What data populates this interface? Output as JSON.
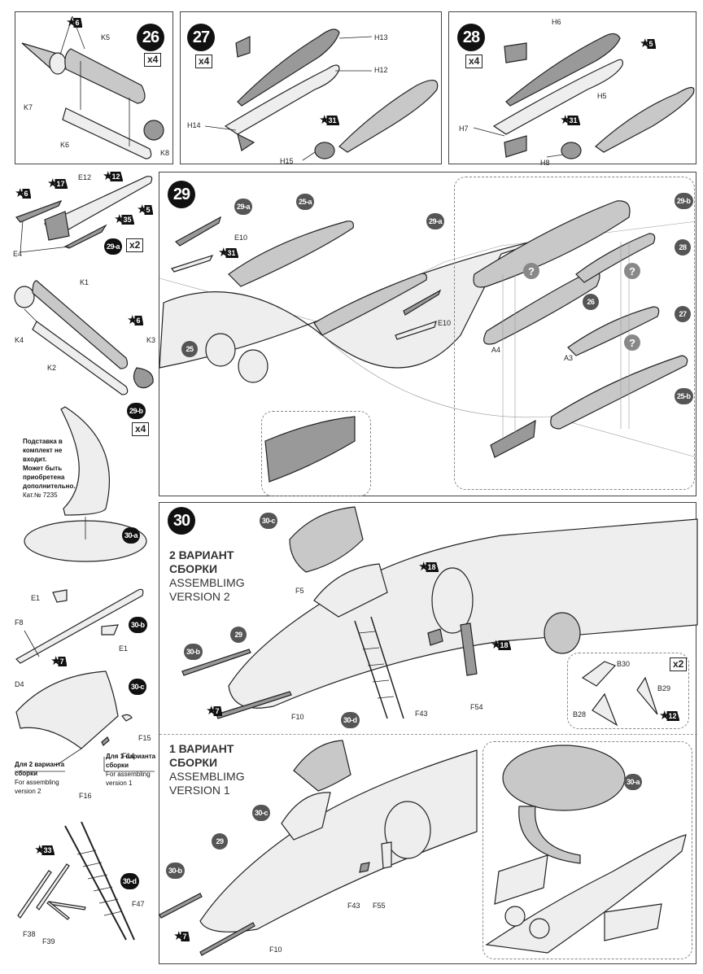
{
  "page": {
    "title": "Model kit assembly instructions, steps 26–30"
  },
  "steps": {
    "s26": {
      "number": "26",
      "multiplier": "x4",
      "parts": [
        "K5",
        "K6",
        "K7",
        "K8"
      ],
      "paint_refs": [
        "6"
      ]
    },
    "s27": {
      "number": "27",
      "multiplier": "x4",
      "parts": [
        "H13",
        "H12",
        "H14",
        "H15"
      ],
      "paint_refs": [
        "31"
      ]
    },
    "s28": {
      "number": "28",
      "multiplier": "x4",
      "parts": [
        "H6",
        "H5",
        "H7",
        "H8"
      ],
      "paint_refs": [
        "5",
        "31"
      ]
    },
    "s29a": {
      "label": "29-a",
      "multiplier": "x2",
      "parts": [
        "E12",
        "E4"
      ],
      "paint_refs": [
        "6",
        "17",
        "12",
        "35",
        "5"
      ]
    },
    "s29b": {
      "label": "29-b",
      "multiplier": "x4",
      "parts": [
        "K1",
        "K2",
        "K3",
        "K4"
      ],
      "paint_refs": [
        "6"
      ]
    },
    "s30a": {
      "label": "30-a",
      "note": {
        "l1": "Подставка в",
        "l2": "комплект не",
        "l3": "входит.",
        "l4": "Может быть",
        "l5": "приобретена",
        "l6": "дополнительно.",
        "cat": "Кат.№ 7235"
      }
    },
    "s29": {
      "number": "29",
      "callouts": [
        "29-a",
        "25-a",
        "29-a",
        "25",
        "29-b",
        "28",
        "26",
        "27",
        "25-b"
      ],
      "parts": [
        "E10",
        "E10",
        "A4",
        "A3"
      ],
      "paint_refs": [
        "31"
      ],
      "question_marks": [
        "?",
        "?",
        "?"
      ]
    },
    "s30b": {
      "label": "30-b",
      "parts": [
        "E1",
        "F8",
        "E1"
      ],
      "paint_refs": [
        "7"
      ]
    },
    "s30c": {
      "label": "30-c",
      "parts": [
        "D4",
        "F15",
        "F14",
        "F16"
      ],
      "v2_ru": "Для 2 варианта",
      "v2_ru2": "сборки",
      "v2_en": "For assembling",
      "v2_en2": "version 2",
      "v1_ru": "Для 1 варианта",
      "v1_ru2": "сборки",
      "v1_en": "For assembling",
      "v1_en2": "version 1"
    },
    "s30d": {
      "label": "30-d",
      "parts": [
        "F38",
        "F39",
        "F47"
      ],
      "paint_refs": [
        "33"
      ]
    },
    "s30": {
      "number": "30",
      "version2": {
        "ru1": "2 ВАРИАНТ",
        "ru2": "СБОРКИ",
        "en1": "ASSEMBLIMG",
        "en2": "VERSION 2",
        "callouts": [
          "30-c",
          "29",
          "30-b",
          "30-d"
        ],
        "parts": [
          "F5",
          "F10",
          "F43",
          "F54"
        ],
        "paint_refs": [
          "18",
          "7",
          "18"
        ]
      },
      "detail": {
        "multiplier": "x2",
        "parts": [
          "B30",
          "B29",
          "B28"
        ],
        "paint_refs": [
          "12"
        ]
      },
      "version1": {
        "ru1": "1 ВАРИАНТ",
        "ru2": "СБОРКИ",
        "en1": "ASSEMBLIMG",
        "en2": "VERSION 1",
        "callouts": [
          "30-c",
          "29",
          "30-b",
          "30-a"
        ],
        "parts": [
          "F43",
          "F55",
          "F10"
        ],
        "paint_refs": [
          "7"
        ]
      }
    }
  }
}
